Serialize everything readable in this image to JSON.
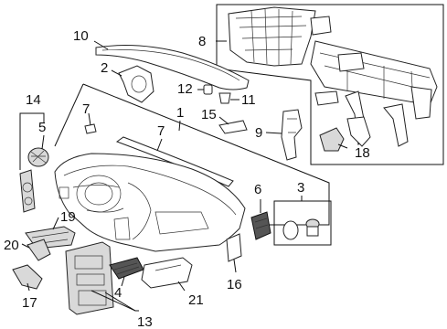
{
  "callouts": {
    "c1": "1",
    "c2": "2",
    "c3": "3",
    "c4": "4",
    "c5": "5",
    "c6": "6",
    "c7a": "7",
    "c7b": "7",
    "c8": "8",
    "c9": "9",
    "c10": "10",
    "c11": "11",
    "c12": "12",
    "c13": "13",
    "c14": "14",
    "c15": "15",
    "c16": "16",
    "c17": "17",
    "c18": "18",
    "c19": "19",
    "c20": "20",
    "c21": "21"
  }
}
